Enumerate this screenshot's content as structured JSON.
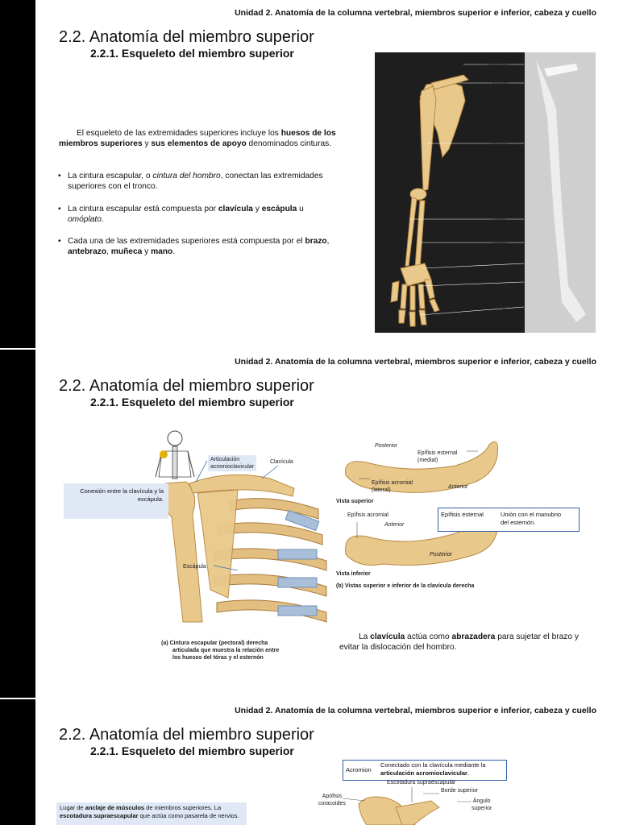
{
  "header": "Unidad 2. Anatomía de la columna vertebral, miembros superior e inferior, cabeza y cuello",
  "slide_title": "2.2. Anatomía del miembro superior",
  "slide_subtitle": "2.2.1. Esqueleto del miembro superior",
  "slide1": {
    "intro_pre": "El esqueleto de las extremidades superiores incluye los ",
    "intro_b1": "huesos de los miembros superiores",
    "intro_mid": " y ",
    "intro_b2": "sus elementos de apoyo",
    "intro_post": " denominados cinturas.",
    "bullet_char": "•",
    "b1_pre": "La cintura escapular, o ",
    "b1_i": "cintura del hombro",
    "b1_post": ", conectan las extremidades superiores con el tronco.",
    "b2_pre": "La cintura escapular está compuesta por ",
    "b2_b1": "clavícula",
    "b2_mid": " y ",
    "b2_b2": "escápula",
    "b2_u": " u ",
    "b2_i": "omóplato",
    "b2_end": ".",
    "b3_pre": "Cada una de las extremidades superiores está compuesta por el ",
    "b3_b1": "brazo",
    "b3_c1": ", ",
    "b3_b2": "antebrazo",
    "b3_c2": ", ",
    "b3_b3": "muñeca",
    "b3_y": " y ",
    "b3_b4": "mano",
    "b3_end": ".",
    "figure_labels": {
      "clavicula": "Clavícula",
      "escapula": "Escápula",
      "humero": "Húmero",
      "radio": "Radio",
      "cubito": "Cúbito",
      "carpo1": "Huesos",
      "carpo2": "del carpo",
      "meta1": "Huesos",
      "meta2": "metacarpianos",
      "meta3": "(I a V)",
      "falanges": "Falanges"
    }
  },
  "slide2": {
    "note_conexion": "Conexión entre la clavícula y la escápula.",
    "art1": "Articulación",
    "art2": "acromioclavicular",
    "clavicula": "Clavícula",
    "escapula": "Escápula",
    "cap_a1": "(a) Cintura escapular (pectoral) derecha",
    "cap_a2": "articulada que muestra la relación entre",
    "cap_a3": "los huesos del tórax y el esternón",
    "posterior": "Posterior",
    "epi_est1": "Epífisis esternal",
    "epi_est2": "(medial)",
    "epi_acr1": "Epífisis acromial",
    "epi_acr2": "(lateral)",
    "anterior": "Anterior",
    "vista_sup": "Vista superior",
    "epi_acr_inf": "Epífisis acromial",
    "anterior2": "Anterior",
    "epi_est_inf": "Epífisis esternal",
    "union1": "Unión con el manubrio",
    "union2": "del esternón.",
    "posterior2": "Posterior",
    "vista_inf": "Vista inferior",
    "cap_b": "(b) Vistas superior e inferior de la clavícula derecha",
    "para_pre": "La ",
    "para_b1": "clavícula",
    "para_mid": " actúa como ",
    "para_b2": "abrazadera",
    "para_post": " para sujetar el brazo y evitar la dislocación del hombro."
  },
  "slide3": {
    "acromion": "Acromion",
    "conn1": "Conectado con la clavícula mediante la",
    "conn2": "articulación acromioclavicular",
    "conn_end": ".",
    "esc_supra": "Escotadura supraescapular",
    "apof1": "Apófisis",
    "apof2": "coracoides",
    "borde_sup": "Borde superior",
    "angulo1": "Ángulo",
    "angulo2": "superior",
    "note_pre": "Lugar de ",
    "note_b1": "anclaje de músculos",
    "note_mid": " de miembros superiores. La ",
    "note_b2": "escotadura supraescapular",
    "note_post": " que actúa como pasarela de nervios."
  }
}
